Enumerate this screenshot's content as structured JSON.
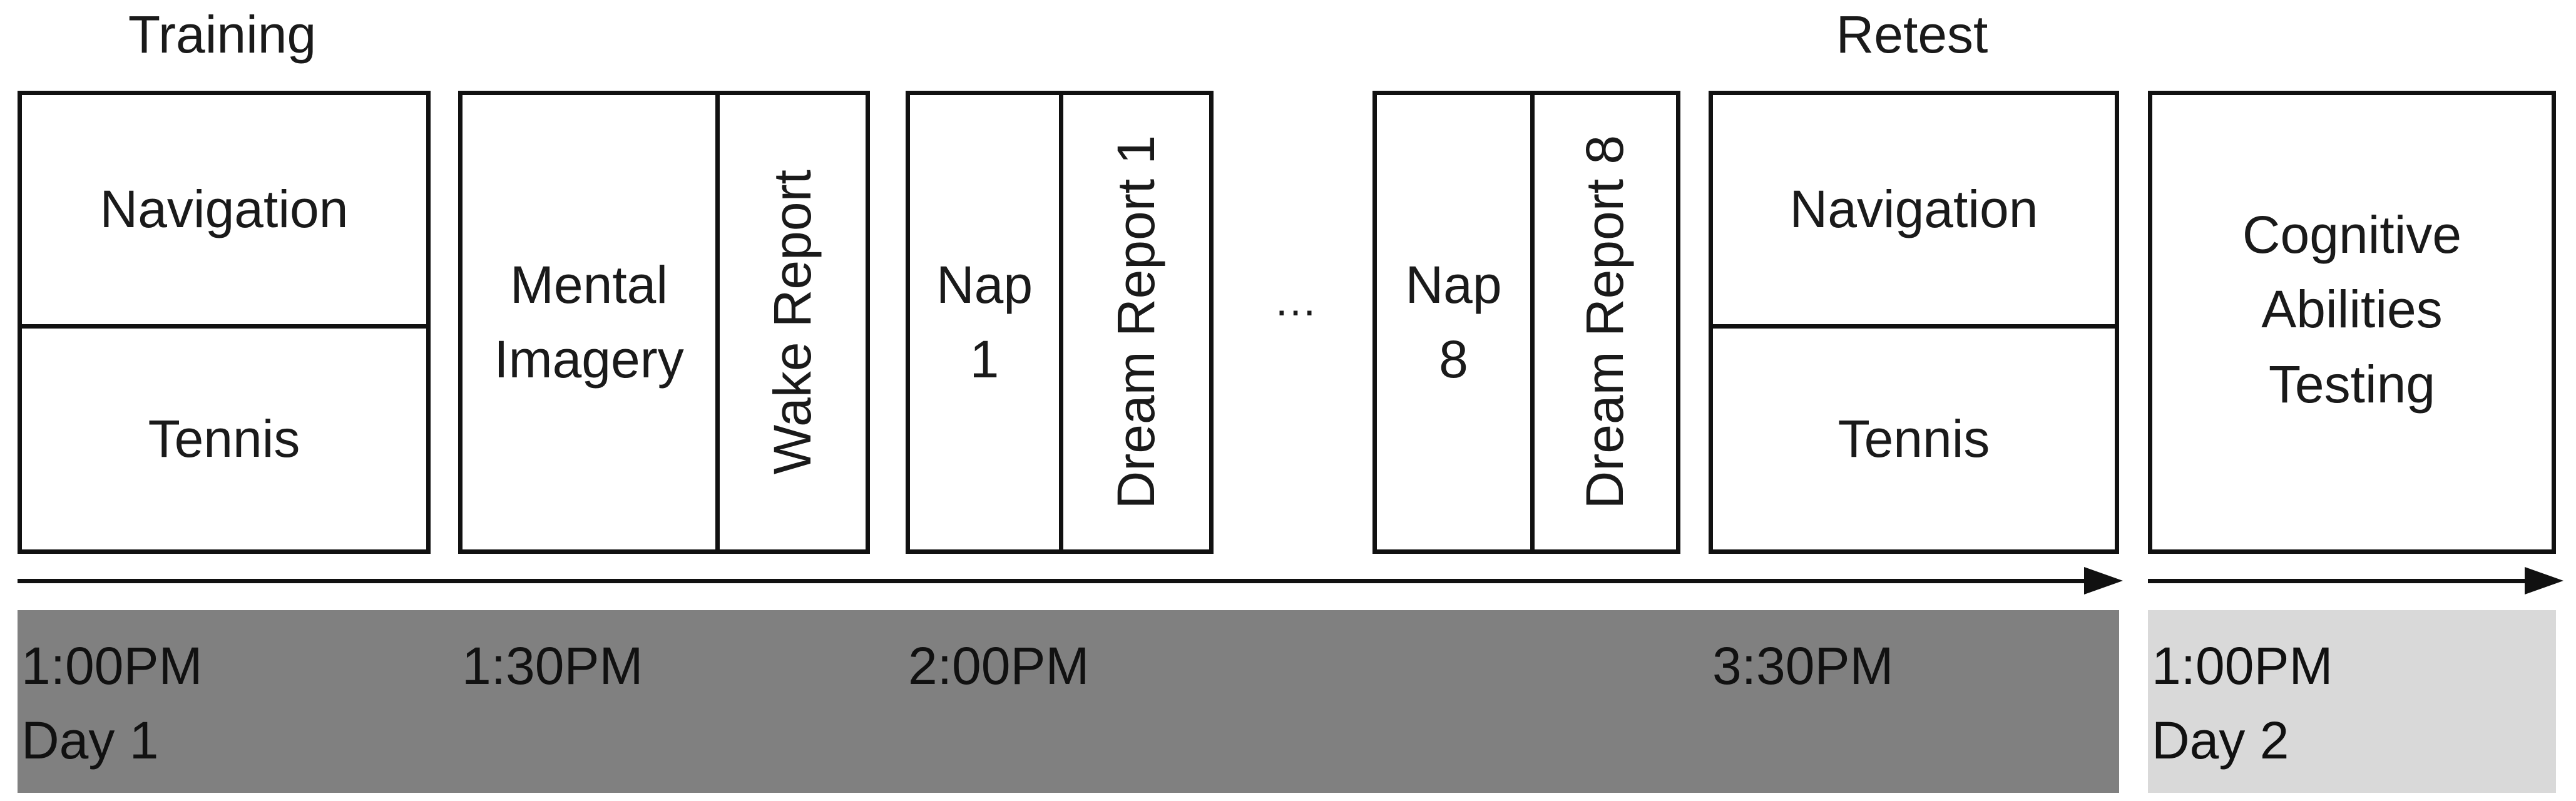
{
  "phases": {
    "training": "Training",
    "retest": "Retest"
  },
  "boxes": {
    "training": {
      "top": "Navigation",
      "bottom": "Tennis"
    },
    "imagery": {
      "main": "Mental\nImagery",
      "report": "Wake Report"
    },
    "nap1": {
      "main": "Nap\n1",
      "report": "Dream Report 1"
    },
    "ellipsis": "…",
    "nap8": {
      "main": "Nap\n8",
      "report": "Dream Report 8"
    },
    "retest": {
      "top": "Navigation",
      "bottom": "Tennis"
    },
    "cognitive": "Cognitive\nAbilities\nTesting"
  },
  "timeline": {
    "day1": {
      "color": "#808080",
      "times": [
        "1:00PM\nDay 1",
        "1:30PM",
        "2:00PM",
        "3:30PM"
      ]
    },
    "day2": {
      "color": "#d9d9d9",
      "times": [
        "1:00PM\nDay 2"
      ]
    }
  }
}
